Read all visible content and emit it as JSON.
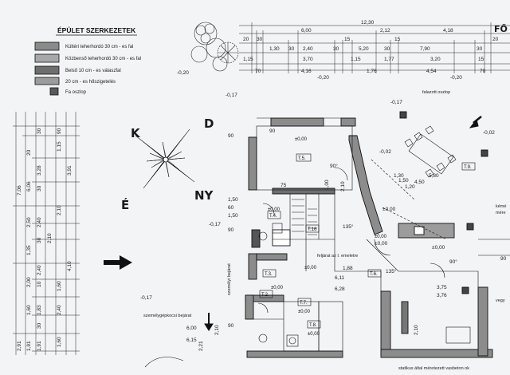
{
  "legend": {
    "title": "ÉPÜLET SZERKEZETEK",
    "items": [
      {
        "label": "Kültéri teherhordó 30 cm - es fal",
        "fill": "#8a8a8a"
      },
      {
        "label": "Közbenső teherhordó 30 cm - es fal",
        "fill": "#a8a8a8"
      },
      {
        "label": "Belső 10 cm - es válaszfal",
        "fill": "#6e6e6e"
      },
      {
        "label": "20 cm - es hőszigetelés",
        "fill": "#9c9c9c"
      },
      {
        "label": "Fa oszlop",
        "fill": "#5a5a5a"
      }
    ]
  },
  "heading_right": "FŐ",
  "compass": {
    "k": "K",
    "d": "D",
    "e": "É",
    "ny": "NY"
  },
  "top_dims": {
    "total": "12,30",
    "row2": [
      "6,00",
      "2,12",
      "4,18"
    ],
    "row3": [
      "20",
      "30",
      "1,30",
      "30",
      "2,40",
      "30",
      "15",
      "5,20",
      "30",
      "15",
      "7,90",
      "30",
      "20"
    ],
    "row4": [
      "1,15",
      "3,70",
      "1,15",
      "1,77",
      "3,20",
      "15"
    ],
    "row5": [
      "70",
      "4,16",
      "1,76",
      "4,54",
      "70"
    ],
    "levels": [
      "-0,20",
      "-0,20",
      "-0,20",
      "-0,17"
    ]
  },
  "left_dims": {
    "col_a": [
      "7,06",
      "6,06",
      "20",
      "2,50",
      "1,35",
      "2,00",
      "1,60",
      "2,91",
      "1,91"
    ],
    "col_b": [
      "30",
      "3,28",
      "30",
      "2,40",
      "30",
      "2,40",
      "10",
      "1,83",
      "30",
      "1,91"
    ],
    "col_c": [
      "90",
      "1,15",
      "3,91",
      "2,10",
      "2,10",
      "4,10",
      "1,60",
      "2,40",
      "1,60"
    ]
  },
  "labels": {
    "falazott_oszlop": "falazott oszlop",
    "feljarat": "feljárat az I. emeletre",
    "szemelygepkocsi": "személygépkocsi bejárat",
    "szemelyi": "személyi bejárat",
    "statikus": "statikus által méretezett vasbeton ok",
    "keme": "kémé",
    "mere": "mére",
    "vegy": "vegy"
  },
  "rooms": [
    {
      "id": "T.5.",
      "level": "±0,00"
    },
    {
      "id": "T.4.",
      "level": "±0,00"
    },
    {
      "id": "T.3.",
      "level": "±0,00"
    },
    {
      "id": "T.2.",
      "level": "±0,00"
    },
    {
      "id": "T.6.",
      "level": "±0,00"
    },
    {
      "id": "T.7.",
      "level": "±0,00"
    },
    {
      "id": "T.8.",
      "level": "±0,00"
    },
    {
      "id": "T.9.",
      "level": ""
    },
    {
      "id": "T.16",
      "level": ""
    }
  ],
  "misc_dims": [
    "90",
    "1,50",
    "90",
    "60",
    "1,50",
    "75",
    "90",
    "2,10",
    "1,00",
    "1,30",
    "1,88",
    "6,11",
    "6,28",
    "3,75",
    "1,20",
    "1,50",
    "5,80",
    "4,50",
    "2,10",
    "90",
    "2,21",
    "2,10",
    "90",
    "3,76",
    "6,00",
    "6,15",
    "-0,17",
    "-0,17",
    "-0,02",
    "-0,02",
    "-0,17",
    "±0,00",
    "±0,00",
    "±0,00",
    "90°",
    "135°",
    "135°",
    "90°"
  ]
}
